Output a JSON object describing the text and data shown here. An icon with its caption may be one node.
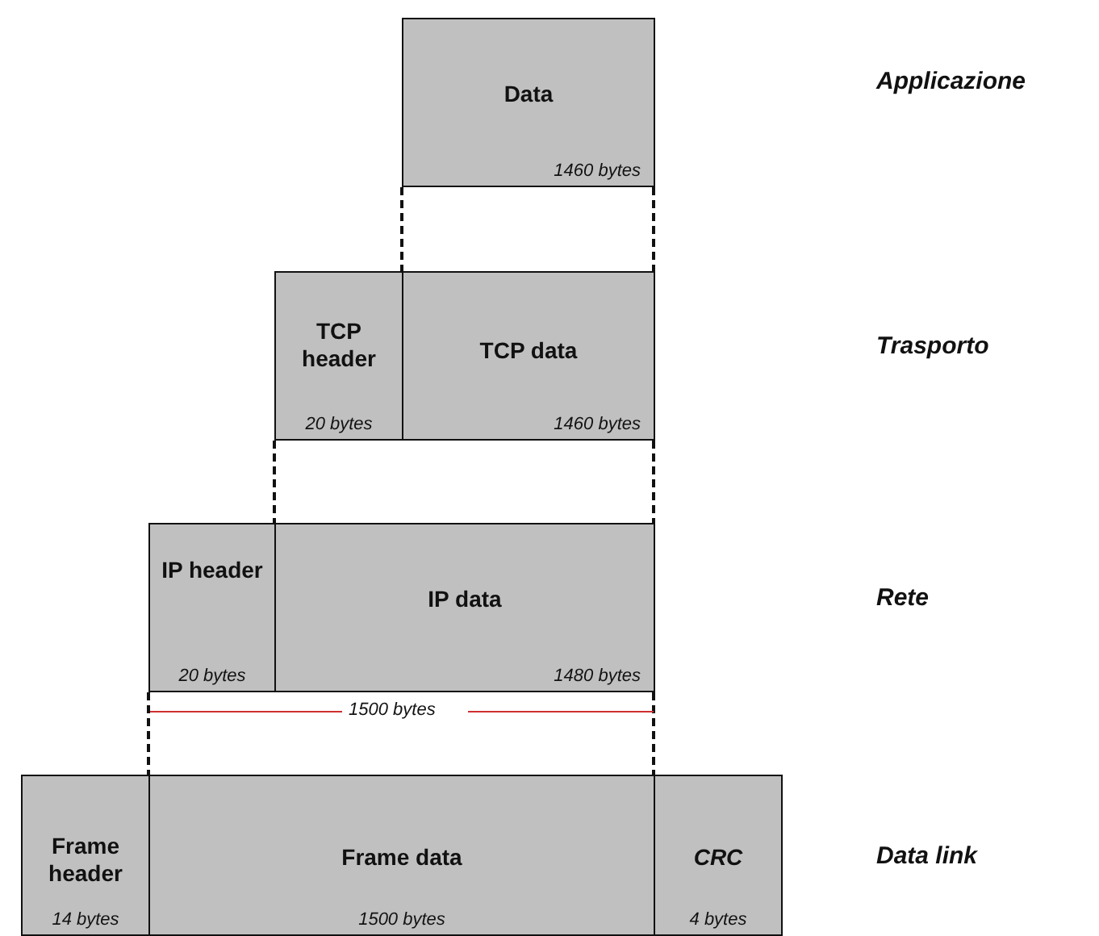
{
  "diagram": {
    "nodes": [
      {
        "text": [
          "Data",
          "1460 bytes"
        ]
      },
      {
        "text": [
          "TCP header",
          "20 bytes"
        ]
      },
      {
        "text": [
          "TCP data",
          "1460 bytes"
        ]
      },
      {
        "text": [
          "IP header",
          "20 bytes"
        ]
      },
      {
        "text": [
          "IP data",
          "1480 bytes"
        ]
      },
      {
        "text": [
          "Frame header",
          "14 bytes"
        ]
      },
      {
        "text": [
          "Frame data",
          "1500 bytes"
        ]
      },
      {
        "text": [
          "CRC",
          "4 bytes"
        ]
      }
    ],
    "edges": [
      {
        "from": 0,
        "to": 2,
        "arrow": "none",
        "style": "dashed"
      },
      {
        "from": 0,
        "to": 2,
        "arrow": "none",
        "style": "dashed"
      },
      {
        "from": 1,
        "to": 4,
        "arrow": "none",
        "style": "dashed"
      },
      {
        "from": 2,
        "to": 4,
        "arrow": "none",
        "style": "dashed"
      },
      {
        "from": 3,
        "to": 6,
        "arrow": "none",
        "style": "dashed"
      },
      {
        "from": 4,
        "to": 6,
        "arrow": "none",
        "style": "dashed"
      }
    ],
    "labels": [
      "Applicazione",
      "Trasporto",
      "Rete",
      "1500 bytes",
      "Data link"
    ]
  }
}
